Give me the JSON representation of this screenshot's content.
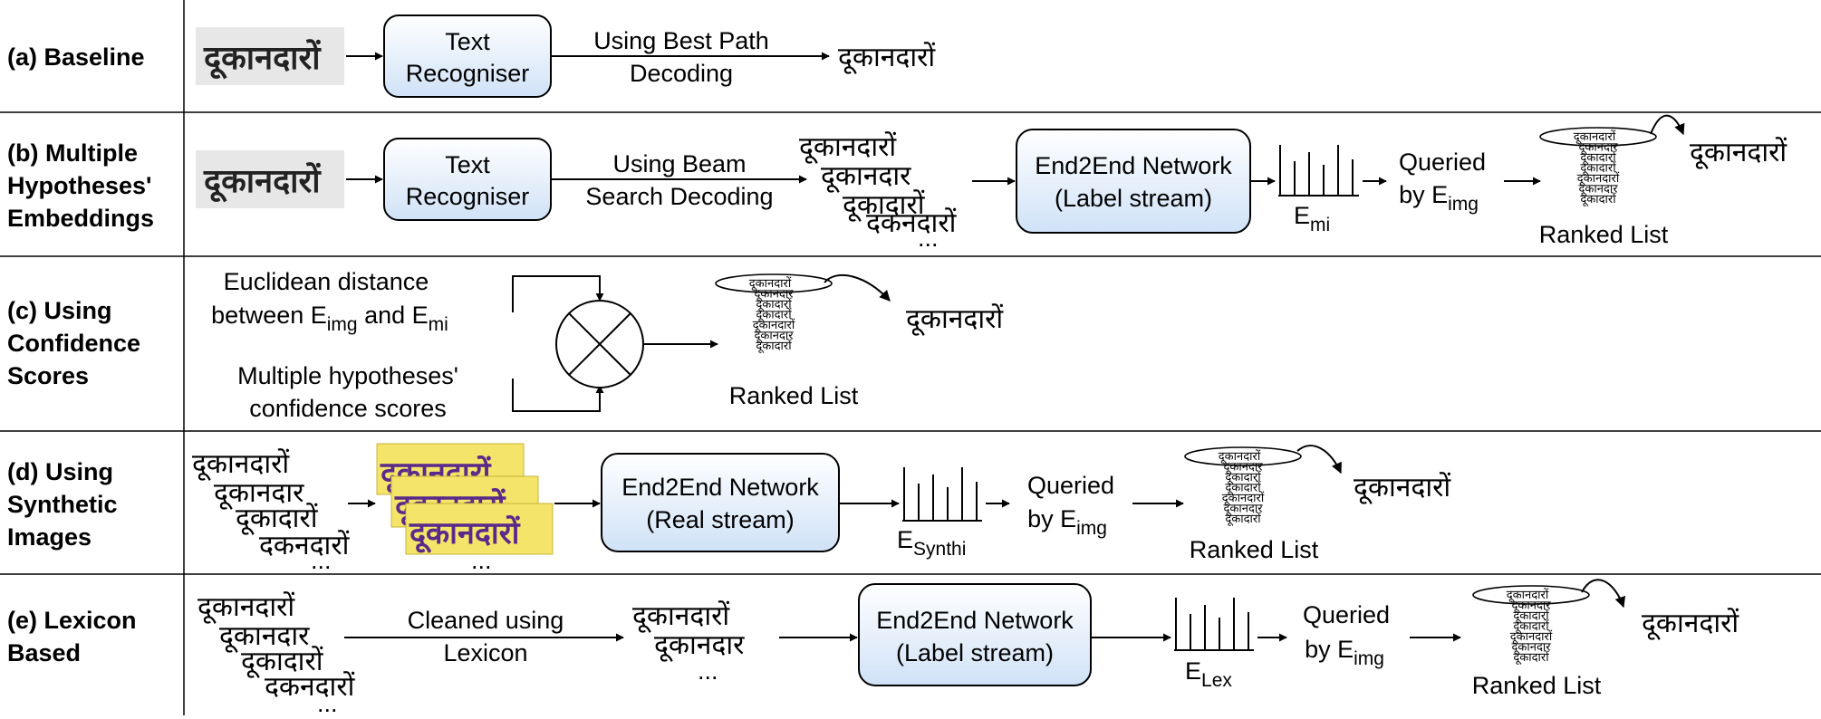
{
  "colors": {
    "box_fill_top": "#ffffff",
    "box_fill_bottom": "#d0e2f7",
    "synthetic_bg": "#f4e56a",
    "synthetic_text": "#5a2a8a",
    "handwritten_bg": "#e7e7e7"
  },
  "icons": {
    "multiply": "circle-x-multiply-icon",
    "embedding": "embedding-bars-icon",
    "ranked_list": "ranked-list-icon",
    "word_image": "word-image-icon"
  },
  "rows": {
    "a": {
      "label": [
        "(a) Baseline"
      ],
      "recogniser": [
        "Text",
        "Recogniser"
      ],
      "decode": [
        "Using Best Path",
        "Decoding"
      ],
      "output": "दूकानदारों"
    },
    "b": {
      "label": [
        "(b) Multiple",
        "Hypotheses'",
        "Embeddings"
      ],
      "recogniser": [
        "Text",
        "Recogniser"
      ],
      "decode": [
        "Using Beam",
        "Search Decoding"
      ],
      "hypotheses": [
        "दूकानदारों",
        "दूकानदार",
        "दूकादारों",
        "दकनदारों",
        "..."
      ],
      "network": [
        "End2End Network",
        "(Label stream)"
      ],
      "embed": "E",
      "embed_sub": "mi",
      "query": "Queried",
      "query_by": "by E",
      "query_sub": "img",
      "ranked_label": "Ranked List",
      "output": "दूकानदारों"
    },
    "c": {
      "label": [
        "(c) Using",
        "Confidence",
        "Scores"
      ],
      "euclid_1": "Euclidean distance",
      "euclid_2": "between E",
      "euclid_sub1": "img",
      "euclid_and": " and E",
      "euclid_sub2": "mi",
      "conf": [
        "Multiple hypotheses'",
        "confidence scores"
      ],
      "ranked_label": "Ranked List",
      "output": "दूकानदारों"
    },
    "d": {
      "label": [
        "(d) Using",
        "Synthetic",
        "Images"
      ],
      "hypotheses": [
        "दूकानदारों",
        "दूकानदार",
        "दूकादारों",
        "दकनदारों",
        "..."
      ],
      "synth_text": "दूकानदारों",
      "synth_more": "...",
      "network": [
        "End2End Network",
        "(Real stream)"
      ],
      "embed": "E",
      "embed_sub": "Synthi",
      "query": "Queried",
      "query_by": "by E",
      "query_sub": "img",
      "ranked_label": "Ranked List",
      "output": "दूकानदारों"
    },
    "e": {
      "label": [
        "(e) Lexicon",
        "Based"
      ],
      "hypotheses": [
        "दूकानदारों",
        "दूकानदार",
        "दूकादारों",
        "दकनदारों",
        "..."
      ],
      "clean": [
        "Cleaned using",
        "Lexicon"
      ],
      "cleaned": [
        "दूकानदारों",
        "दूकानदार",
        "..."
      ],
      "network": [
        "End2End Network",
        "(Label stream)"
      ],
      "embed": "E",
      "embed_sub": "Lex",
      "query": "Queried",
      "query_by": "by E",
      "query_sub": "img",
      "ranked_label": "Ranked List",
      "output": "दूकानदारों"
    }
  },
  "input_word": "दूकानदारों",
  "ranked_items": [
    "दूकानदारों",
    "दूकानदार",
    "दूकादारों",
    "दूकादारों",
    "दूकानदारों",
    "दूकानदार",
    "दूकादारों"
  ]
}
